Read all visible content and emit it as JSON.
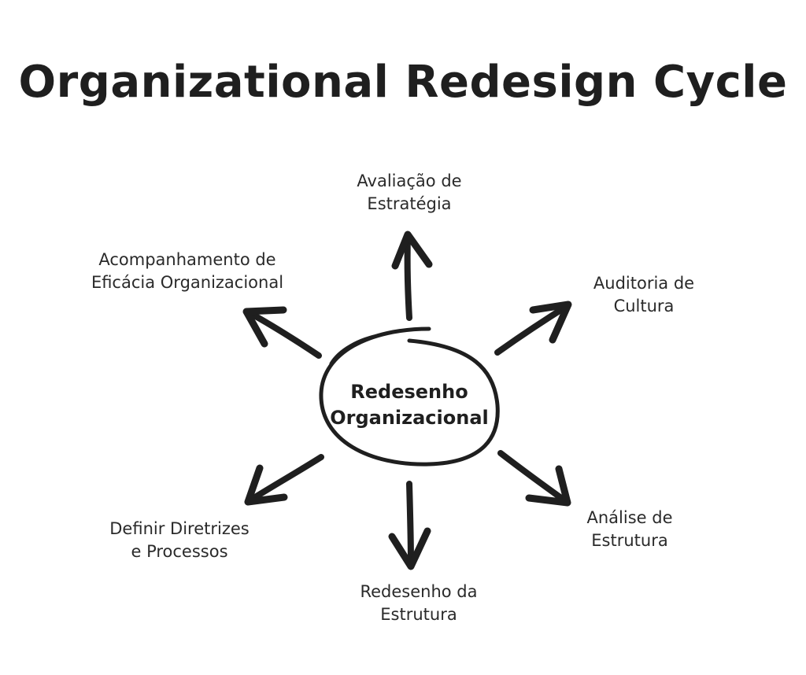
{
  "title": "Organizational Redesign Cycle",
  "center": {
    "line1": "Redesenho",
    "line2": "Organizacional"
  },
  "nodes": {
    "top": {
      "line1": "Avaliação de",
      "line2": "Estratégia"
    },
    "top_right": {
      "line1": "Auditoria de",
      "line2": "Cultura"
    },
    "bottom_right": {
      "line1": "Análise de",
      "line2": "Estrutura"
    },
    "bottom": {
      "line1": "Redesenho da",
      "line2": "Estrutura"
    },
    "bottom_left": {
      "line1": "Definir Diretrizes",
      "line2": "e Processos"
    },
    "top_left": {
      "line1": "Acompanhamento de",
      "line2": "Eficácia Organizacional"
    }
  },
  "colors": {
    "ink": "#1f1f1f",
    "background": "#ffffff"
  }
}
